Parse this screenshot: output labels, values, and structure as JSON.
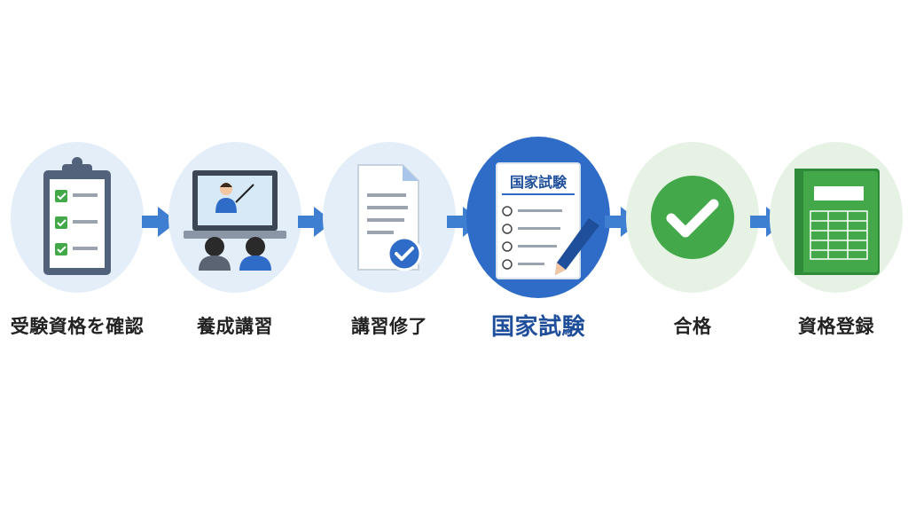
{
  "colors": {
    "blue_bg": "#e3eef9",
    "blue_active": "#2e6cc7",
    "green_bg": "#e6f3e4",
    "green": "#43a84a",
    "dark_green": "#2f8a3a",
    "arrow": "#3f7fd1",
    "label_active": "#1f4f9a"
  },
  "steps": [
    {
      "label": "受験資格を確認",
      "icon": "clipboard-checklist-icon"
    },
    {
      "label": "養成講習",
      "icon": "online-lecture-icon"
    },
    {
      "label": "講習修了",
      "icon": "completed-document-icon"
    },
    {
      "label": "国家試験",
      "icon": "exam-sheet-icon",
      "sheet_title": "国家試験"
    },
    {
      "label": "合格",
      "icon": "check-circle-icon"
    },
    {
      "label": "資格登録",
      "icon": "registry-book-icon"
    }
  ]
}
